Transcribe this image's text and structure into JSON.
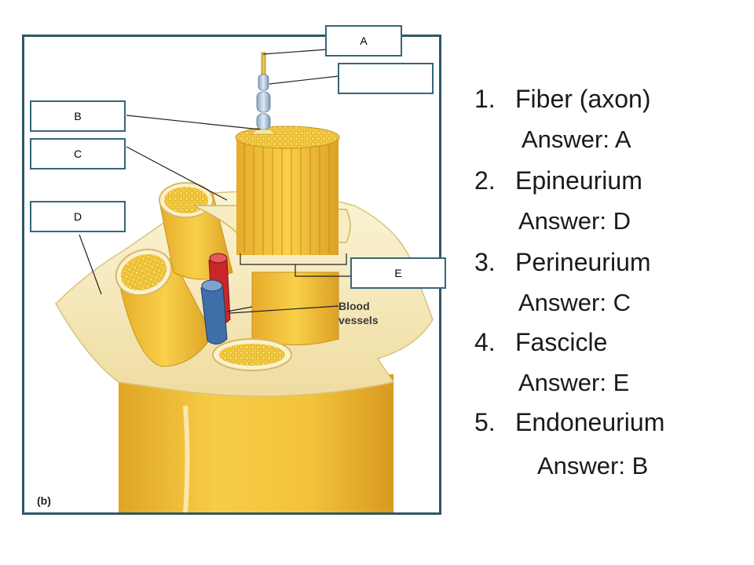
{
  "diagram": {
    "panel_label": "(b)",
    "blood_vessels_label": [
      "Blood",
      "vessels"
    ],
    "label_boxes": {
      "a": "A",
      "blank": "",
      "b": "B",
      "c": "C",
      "d": "D",
      "e": "E"
    }
  },
  "quiz": {
    "items": [
      {
        "number": "1.",
        "term": "Fiber (axon)",
        "answer": "Answer: A"
      },
      {
        "number": "2.",
        "term": "Epineurium",
        "answer": "Answer: D"
      },
      {
        "number": "3.",
        "term": "Perineurium",
        "answer": "Answer: C"
      },
      {
        "number": "4.",
        "term": "Fascicle",
        "answer": "Answer: E"
      },
      {
        "number": "5.",
        "term": "Endoneurium",
        "answer": "Answer: B"
      }
    ]
  },
  "colors": {
    "frame": "#2e5866",
    "nerve_yellow": "#f2c535",
    "nerve_dark": "#d99a1e",
    "sheath": "#f7eec9",
    "artery": "#c8262b",
    "vein": "#3f6fa8"
  }
}
